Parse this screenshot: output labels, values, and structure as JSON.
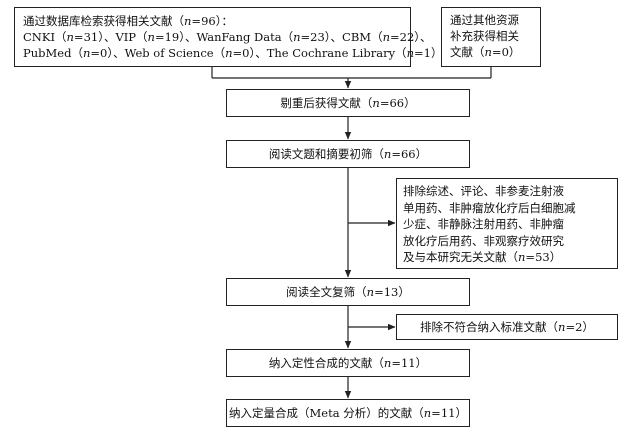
{
  "nodes": {
    "db_search": {
      "lines": [
        "通过数据库检索获得相关文献（n=96）：",
        "CNKI（n=31）、VIP（n=19）、WanFang Data（n=23）、CBM（n=22）、",
        "PubMed（n=0）、Web of Science（n=0）、The Cochrane Library（n=1）"
      ]
    },
    "other_sources": {
      "lines": [
        "通过其他资源",
        "补充获得相关",
        "文献（n=0）"
      ]
    },
    "dedup": {
      "text": "剔重后获得文献（n=66）"
    },
    "screen_title": {
      "text": "阅读文题和摘要初筛（n=66）"
    },
    "exclude_1": {
      "lines": [
        "排除综述、评论、非参麦注射液",
        "单用药、非肿瘤放化疗后白细胞减",
        "少症、非静脉注射用药、非肿瘤",
        "放化疗后用药、非观察疗效研究",
        "及与本研究无关文献（n=53）"
      ]
    },
    "fulltext": {
      "text": "阅读全文复筛（n=13）"
    },
    "exclude_2": {
      "text": "排除不符合纳入标准文献（n=2）"
    },
    "qualitative": {
      "text": "纳入定性合成的文献（n=11）"
    },
    "quantitative": {
      "text": "纳入定量合成（Meta 分析）的文献（n=11）"
    }
  }
}
